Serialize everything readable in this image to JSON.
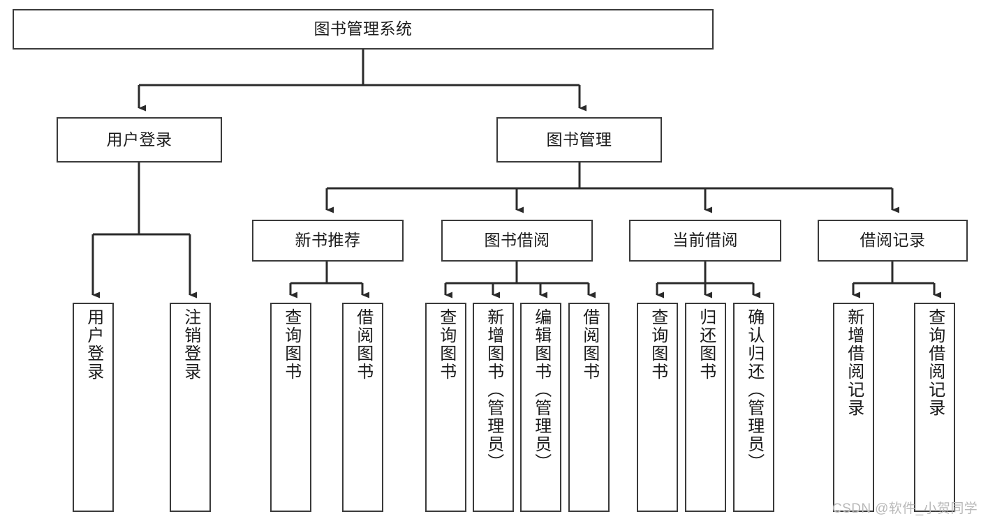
{
  "diagram": {
    "type": "tree-hierarchy-diagram",
    "title": "图书管理系统",
    "watermark": "CSDN @软件_小贺同学",
    "colors": {
      "background": "#ffffff",
      "box_border": "#3a3a3a",
      "connector": "#2b2b2b",
      "text": "#1b1b1b",
      "watermark": "#b9b9b9"
    },
    "levels": {
      "root": {
        "label": "图书管理系统"
      },
      "level2": [
        {
          "id": "user-login",
          "label": "用户登录"
        },
        {
          "id": "book-management",
          "label": "图书管理"
        }
      ],
      "level3": [
        {
          "id": "new-book-recommend",
          "label": "新书推荐",
          "parent": "book-management"
        },
        {
          "id": "book-borrow",
          "label": "图书借阅",
          "parent": "book-management"
        },
        {
          "id": "current-borrow",
          "label": "当前借阅",
          "parent": "book-management"
        },
        {
          "id": "borrow-record",
          "label": "借阅记录",
          "parent": "book-management"
        }
      ],
      "leaves": [
        {
          "id": "leaf-user-login",
          "label": "用户登录",
          "parent": "user-login"
        },
        {
          "id": "leaf-logout-login",
          "label": "注销登录",
          "parent": "user-login"
        },
        {
          "id": "leaf-query-book-1",
          "label": "查询图书",
          "parent": "new-book-recommend"
        },
        {
          "id": "leaf-borrow-book-1",
          "label": "借阅图书",
          "parent": "new-book-recommend"
        },
        {
          "id": "leaf-query-book-2",
          "label": "查询图书",
          "parent": "book-borrow"
        },
        {
          "id": "leaf-add-book",
          "label": "新增图书（管理员）",
          "parent": "book-borrow"
        },
        {
          "id": "leaf-edit-book",
          "label": "编辑图书（管理员）",
          "parent": "book-borrow"
        },
        {
          "id": "leaf-borrow-book-2",
          "label": "借阅图书",
          "parent": "book-borrow"
        },
        {
          "id": "leaf-query-book-3",
          "label": "查询图书",
          "parent": "current-borrow"
        },
        {
          "id": "leaf-return-book",
          "label": "归还图书",
          "parent": "current-borrow"
        },
        {
          "id": "leaf-confirm-return",
          "label": "确认归还（管理员）",
          "parent": "current-borrow"
        },
        {
          "id": "leaf-add-record",
          "label": "新增借阅记录",
          "parent": "borrow-record"
        },
        {
          "id": "leaf-query-record",
          "label": "查询借阅记录",
          "parent": "borrow-record"
        }
      ]
    }
  }
}
